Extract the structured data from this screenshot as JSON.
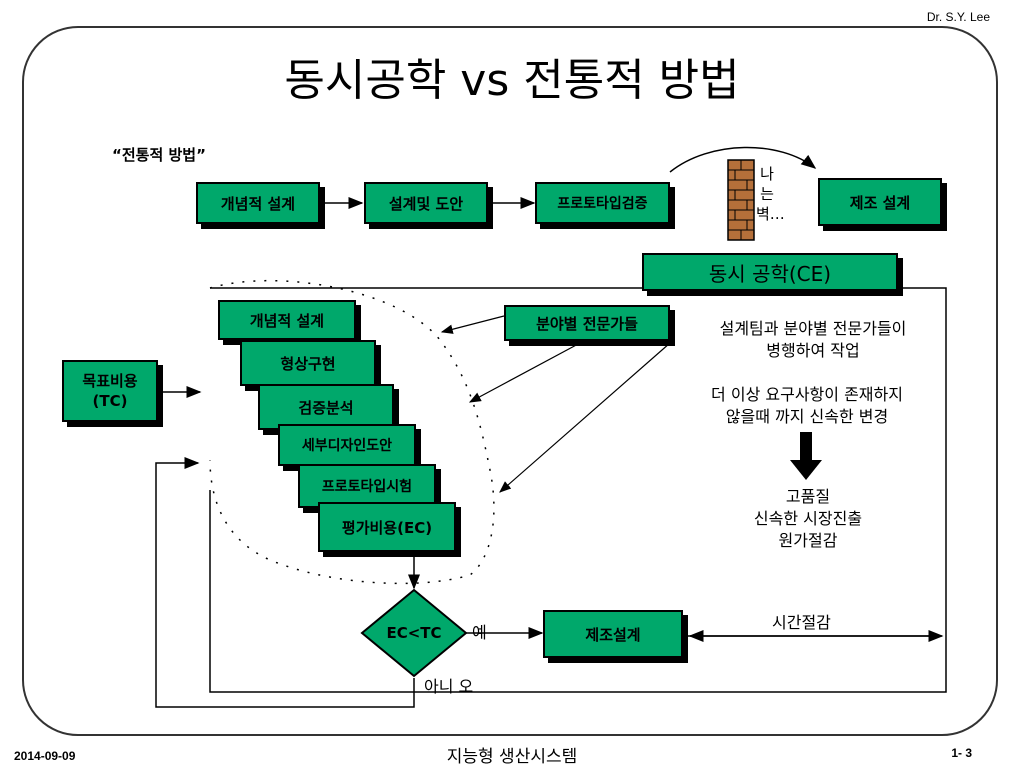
{
  "header": {
    "author": "Dr.  S.Y. Lee",
    "title": "동시공학 vs 전통적 방법"
  },
  "traditional": {
    "label": "“전통적 방법”",
    "steps": [
      "개념적 설계",
      "설계및 도안",
      "프로토타입검증"
    ],
    "wall_text": "나는 벽…",
    "final": "제조 설계"
  },
  "concurrent": {
    "title": "동시 공학(CE)",
    "target_cost": "목표비용\n(TC)",
    "specialists": "분야별 전문가들",
    "stages": [
      "개념적 설계",
      "형상구현",
      "검증분석",
      "세부디자인도안",
      "프로토타입시험",
      "평가비용(EC)"
    ],
    "note1": "설계팀과 분야별 전문가들이\n병행하여 작업",
    "note2": "더 이상 요구사항이 존재하지\n않을때 까지 신속한 변경",
    "benefits": "고품질\n신속한 시장진출\n원가절감",
    "decision": "EC<TC",
    "yes": "예",
    "no": "아니 오",
    "manufacturing": "제조설계",
    "time_saving": "시간절감"
  },
  "footer": {
    "date": "2014-09-09",
    "center": "지능형 생산시스템",
    "page": "1- 3"
  },
  "colors": {
    "box_fill": "#00a86b",
    "wall": "#b5703a"
  }
}
